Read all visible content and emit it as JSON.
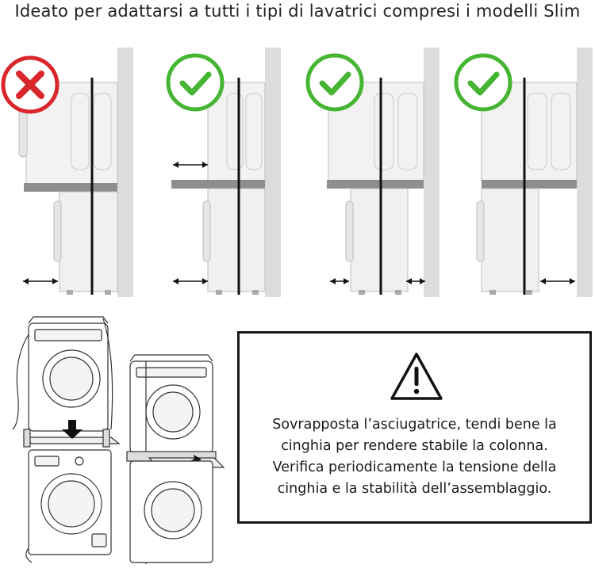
{
  "heading": "Ideato per adattarsi a tutti i tipi di lavatrici compresi i modelli Slim",
  "compatibility": [
    {
      "icon": "cross-icon",
      "status": "incompatible",
      "color": "#d9262b"
    },
    {
      "icon": "check-icon",
      "status": "compatible",
      "color": "#46b533"
    },
    {
      "icon": "check-icon",
      "status": "compatible",
      "color": "#46b533"
    },
    {
      "icon": "check-icon",
      "status": "compatible",
      "color": "#46b533"
    }
  ],
  "notice": {
    "icon": "warning-triangle-icon",
    "lines": [
      "Sovrapposta l’asciugatrice, tendi bene la",
      "cinghia per rendere stabile la colonna.",
      "Verifica periodicamente la tensione della",
      "cinghia e la stabilità dell’assemblaggio."
    ]
  },
  "colors": {
    "red": "#d9262b",
    "green": "#46b533",
    "shelf": "#8e8e8e",
    "wall": "#dcdcdc"
  }
}
